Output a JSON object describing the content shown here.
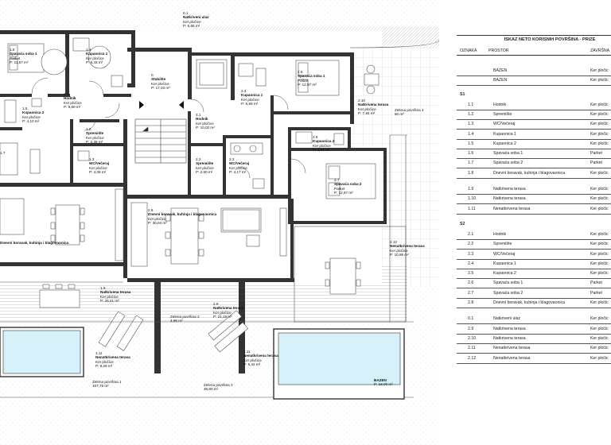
{
  "plan": {
    "rooms": [
      {
        "id": "0.1",
        "name": "Natkriveni ulaz",
        "finish": "Ker pločice",
        "area": "P: 6,66 m²"
      },
      {
        "id": "1.6",
        "name": "Spavaća soba 1",
        "finish": "Parket",
        "area": "P: 11,57 m²"
      },
      {
        "id": "1.4",
        "name": "Kupaonica 1",
        "finish": "Ker pločice",
        "area": "P: 6,43 m²"
      },
      {
        "id": "1.1",
        "name": "Hodnik",
        "finish": "Ker pločice",
        "area": "P: 9,60 m²"
      },
      {
        "id": "1.5",
        "name": "Kupaonica 2",
        "finish": "Ker pločice",
        "area": "P: 4,10 m²"
      },
      {
        "id": "1.2",
        "name": "Spremište",
        "finish": "Ker pločice",
        "area": "P: 2,39 m²"
      },
      {
        "id": "1.3",
        "name": "WC/Večeraj",
        "finish": "Ker pločice",
        "area": "P: 4,06 m²"
      },
      {
        "id": "0",
        "name": "Stubište",
        "finish": "Ker pločice",
        "area": "P: 17,03 m²"
      },
      {
        "id": "2.1",
        "name": "Hodnik",
        "finish": "Ker pločice",
        "area": "P: 10,02 m²"
      },
      {
        "id": "2.4",
        "name": "Kupaonica 1",
        "finish": "Ker pločice",
        "area": "P: 5,69 m²"
      },
      {
        "id": "2.6",
        "name": "Spavaća soba 1",
        "finish": "Parket",
        "area": "P: 12,87 m²"
      },
      {
        "id": "2.10",
        "name": "Natkrivena terasa",
        "finish": "Ker pločice",
        "area": "P: 7,84 m²"
      },
      {
        "id": "2.5",
        "name": "Kupaonica 2",
        "finish": "Ker pločice",
        "area": "P: 4,24 m²"
      },
      {
        "id": "2.2",
        "name": "Spremište",
        "finish": "Ker pločice",
        "area": "P: 2,60 m²"
      },
      {
        "id": "2.3",
        "name": "WC/Večeraj",
        "finish": "Ker pločice",
        "area": "P: 4,17 m²"
      },
      {
        "id": "2.7",
        "name": "Spavaća soba 2",
        "finish": "Parket",
        "area": "P: 12,87 m²"
      },
      {
        "id": "1.7",
        "name": "Spavaća soba 2",
        "finish": "",
        "area": ""
      },
      {
        "id": "1.8",
        "name": "Dnevni boravak, kuhinja i blagovaonica",
        "finish": "",
        "area": ""
      },
      {
        "id": "2.8",
        "name": "Dnevni boravak, kuhinja i blagovaonica",
        "finish": "Ker pločice",
        "area": "P: 30,04 m²"
      },
      {
        "id": "2.12",
        "name": "Nenatkrivena terasa",
        "finish": "Ker pločice",
        "area": "P: 10,86 m²"
      },
      {
        "id": "1.9",
        "name": "Natkrivena terasa",
        "finish": "Ker pločice",
        "area": "P: 25,41 m²"
      },
      {
        "id": "1.11",
        "name": "Nenatkrivena terasa",
        "finish": "Ker pločice",
        "area": "P: 8,29 m²"
      },
      {
        "id": "2.9",
        "name": "Natkrivena terasa",
        "finish": "Ker pločice",
        "area": "P: 21,19 m²"
      },
      {
        "id": "2.11",
        "name": "Nenatkrivena terasa",
        "finish": "Ker pločice",
        "area": "P: 5,42 m²"
      },
      {
        "id": "ZP1",
        "name": "Zelena površina 1",
        "finish": "",
        "area": "167,75 m²"
      },
      {
        "id": "ZP2",
        "name": "Zelena površina 2",
        "finish": "",
        "area": "36,80 m²"
      },
      {
        "id": "ZP3",
        "name": "Zelena površina 2",
        "finish": "",
        "area": "4,96 m²"
      },
      {
        "id": "ZP4",
        "name": "Zelena površina 4",
        "finish": "",
        "area": "50 m²"
      },
      {
        "id": "B",
        "name": "BAZEN",
        "finish": "",
        "area": "P: 18,00 m²"
      }
    ]
  },
  "table": {
    "title": "ISKAZ NETO KORISNIH POVRŠINA - PRIZE",
    "headers": {
      "oznaka": "OZNAKA",
      "prostor": "PROSTOR",
      "zavrsna": "ZAVRŠNA"
    },
    "pre_rows": [
      {
        "code": "",
        "name": "BAZEN",
        "finish": "Ker pločic"
      },
      {
        "code": "",
        "name": "BAZEN",
        "finish": "Ker pločic"
      }
    ],
    "s1_label": "S1",
    "s1_rows": [
      {
        "code": "1.1",
        "name": "Hodnik",
        "finish": "Ker pločic"
      },
      {
        "code": "1.2",
        "name": "Spremište",
        "finish": "Ker pločic"
      },
      {
        "code": "1.3",
        "name": "WC/Večeraj",
        "finish": "Ker pločic"
      },
      {
        "code": "1.4",
        "name": "Kupaonica 1",
        "finish": "Ker pločic"
      },
      {
        "code": "1.5",
        "name": "Kupaonica 2",
        "finish": "Ker pločic"
      },
      {
        "code": "1.6",
        "name": "Spavaća soba 1",
        "finish": "Parket"
      },
      {
        "code": "1.7",
        "name": "Spavaća soba 2",
        "finish": "Parket"
      },
      {
        "code": "1.8",
        "name": "Dnevni boravak, kuhinja i blagovaonica",
        "finish": "Ker pločic"
      }
    ],
    "s1b_rows": [
      {
        "code": "1.9",
        "name": "Natkrivena terasa",
        "finish": "Ker pločic"
      },
      {
        "code": "1.10",
        "name": "Natkrivena terasa",
        "finish": "Ker pločic"
      },
      {
        "code": "1.11",
        "name": "Nenatkrivena terasa",
        "finish": "Ker pločic"
      }
    ],
    "s2_label": "S2",
    "s2_rows": [
      {
        "code": "2.1",
        "name": "Hodnik",
        "finish": "Ker pločic"
      },
      {
        "code": "2.2",
        "name": "Spremište",
        "finish": "Ker pločic"
      },
      {
        "code": "2.3",
        "name": "WC/Večeraj",
        "finish": "Ker pločic"
      },
      {
        "code": "2.4",
        "name": "Kupaonica 1",
        "finish": "Ker pločic"
      },
      {
        "code": "2.5",
        "name": "Kupaonica 2",
        "finish": "Ker pločic"
      },
      {
        "code": "2.6",
        "name": "Spavaća soba 1",
        "finish": "Parket"
      },
      {
        "code": "2.7",
        "name": "Spavaća soba 2",
        "finish": "Parket"
      },
      {
        "code": "2.8",
        "name": "Dnevni boravak, kuhinja i blagovaonica",
        "finish": "Ker pločic"
      }
    ],
    "s3_rows": [
      {
        "code": "0.1",
        "name": "Natkriveni ulaz",
        "finish": "Ker pločic"
      },
      {
        "code": "2.9",
        "name": "Natkrivena terasa",
        "finish": "Ker pločic"
      },
      {
        "code": "2.10",
        "name": "Natkrivena terasa",
        "finish": "Ker pločic"
      },
      {
        "code": "2.11",
        "name": "Nenatkrivena terasa",
        "finish": "Ker pločic"
      },
      {
        "code": "2.12",
        "name": "Nenatkrivena terasa",
        "finish": "Ker pločic"
      }
    ]
  }
}
